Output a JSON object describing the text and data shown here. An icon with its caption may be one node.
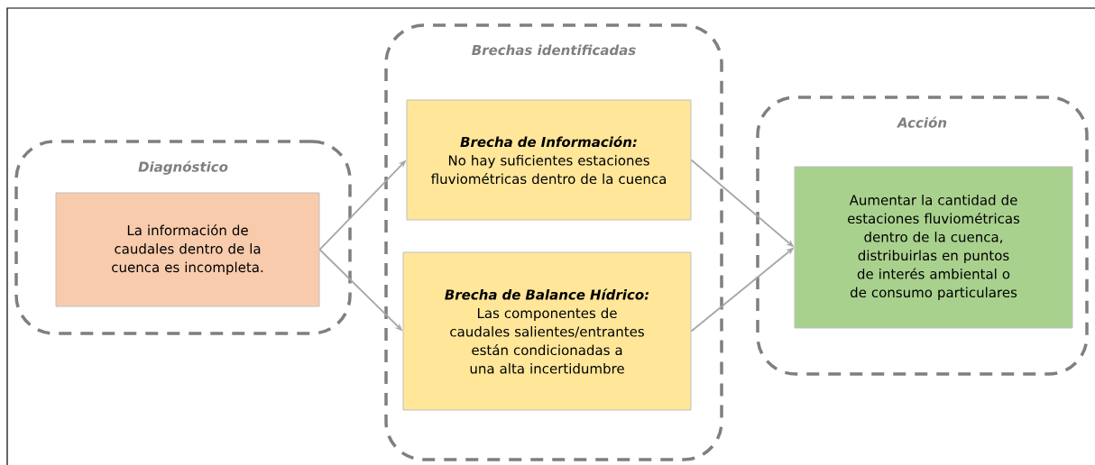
{
  "diagram": {
    "nodes": [
      {
        "text": [
          "Diagnóstico"
        ]
      },
      {
        "text": [
          "La información de caudales dentro de la cuenca es incompleta."
        ],
        "in": 0
      },
      {
        "text": [
          "Brechas identificadas"
        ]
      },
      {
        "text": [
          "Brecha de Información:",
          "No hay suficientes estaciones fluviométricas dentro de la cuenca"
        ],
        "in": 2
      },
      {
        "text": [
          "Brecha de Balance Hídrico:",
          "Las componentes de caudales salientes/entrantes están condicionadas a una alta incertidumbre"
        ],
        "in": 2
      },
      {
        "text": [
          "Acción"
        ]
      },
      {
        "text": [
          "Aumentar la cantidad de estaciones fluviométricas dentro de la cuenca, distribuirlas en puntos de interés ambiental o de consumo particulares"
        ],
        "in": 5
      }
    ],
    "edges": [
      {
        "from": 1,
        "to": 3,
        "arrow": "to"
      },
      {
        "from": 1,
        "to": 4,
        "arrow": "to"
      },
      {
        "from": 3,
        "to": 6,
        "arrow": "to"
      },
      {
        "from": 4,
        "to": 6,
        "arrow": "to"
      }
    ]
  }
}
